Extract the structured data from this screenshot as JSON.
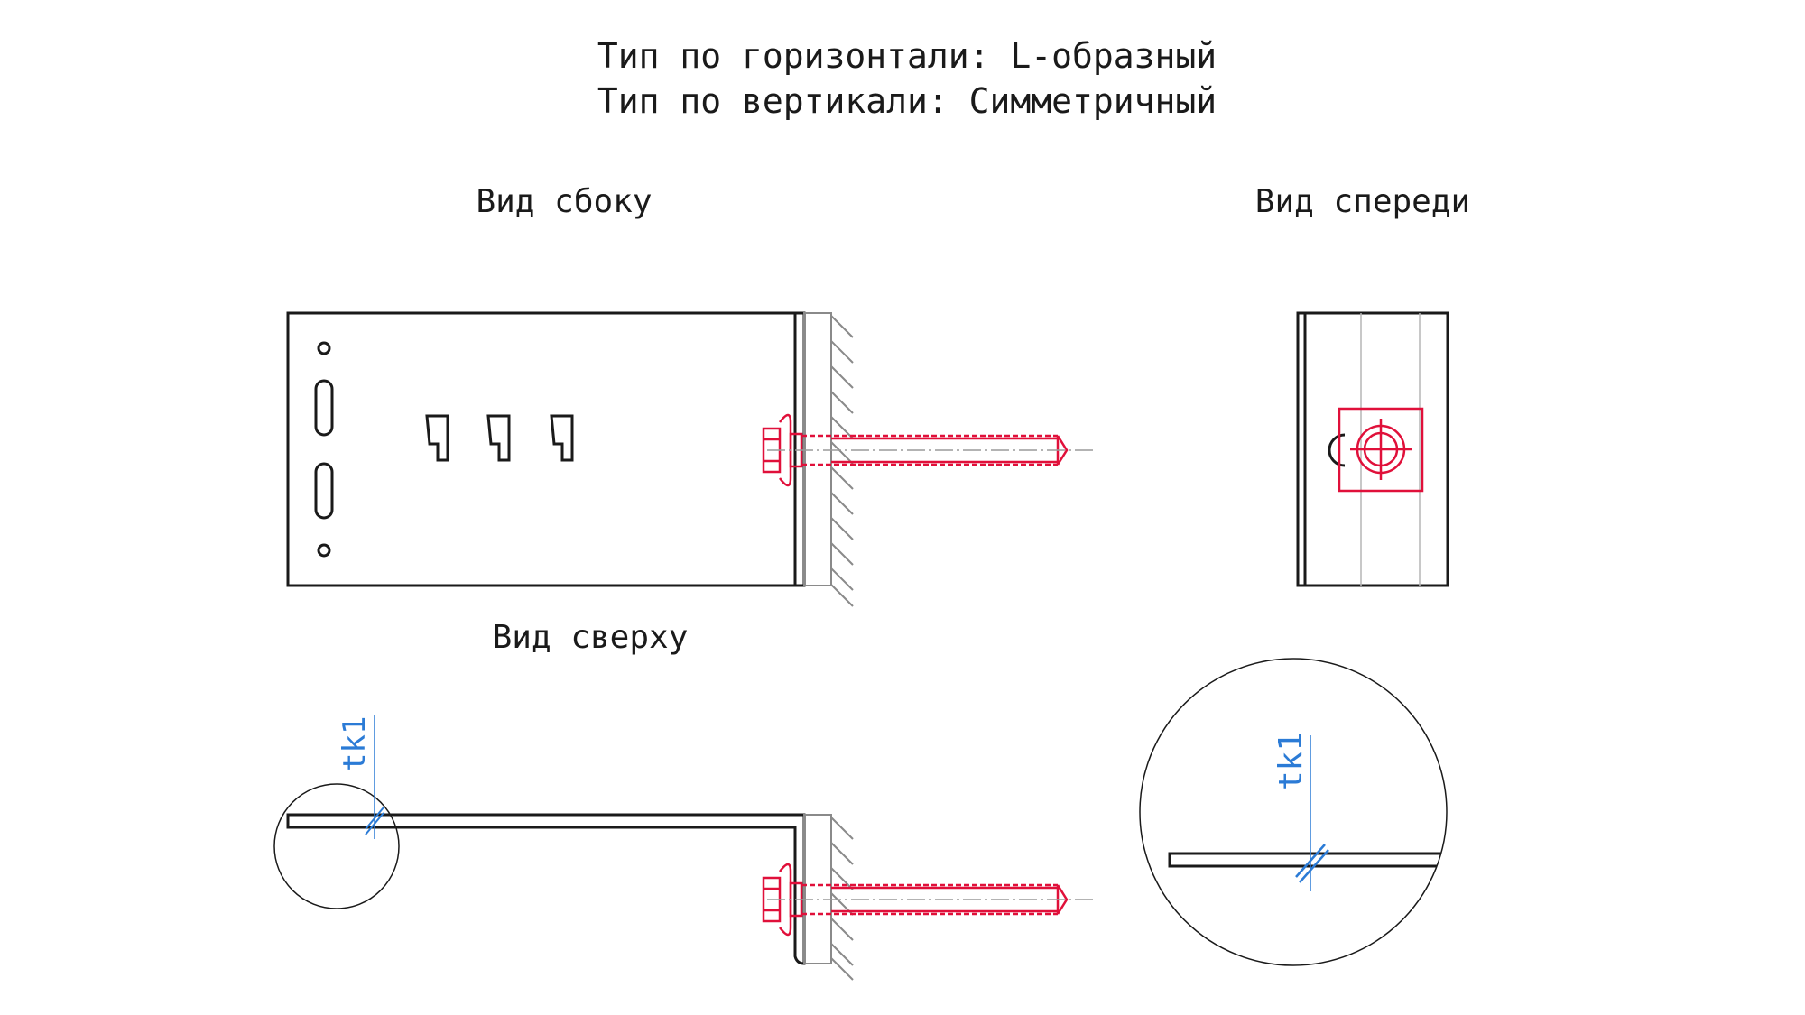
{
  "header": {
    "line1": "Тип по горизонтали: L-образный",
    "line2": "Тип по вертикали: Симметричный"
  },
  "views": {
    "side": "Вид сбоку",
    "front": "Вид спереди",
    "top": "Вид сверху"
  },
  "dimensions": {
    "thickness_label": "tk1"
  },
  "colors": {
    "line": "#1a1a1a",
    "fastener": "#e0103a",
    "dimension": "#2b7bd6",
    "wall_hatch": "#8a8a8a",
    "center_line": "#9a9a9a"
  }
}
